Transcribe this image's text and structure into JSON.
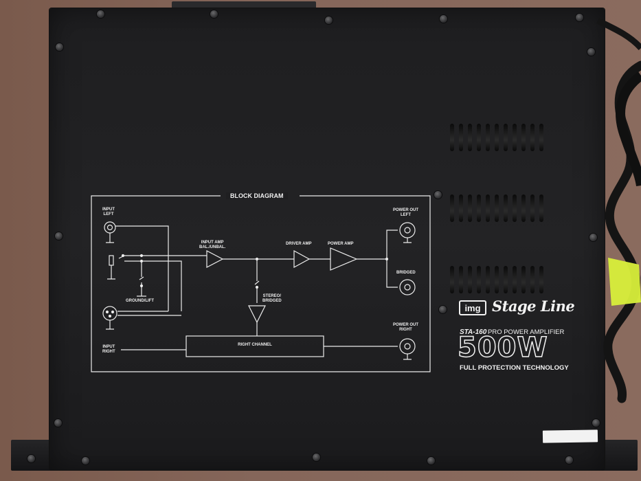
{
  "diagram": {
    "title": "BLOCK DIAGRAM",
    "labels": {
      "input_left": "INPUT\nLEFT",
      "ground_lift": "GROUND/LIFT",
      "input_amp": "INPUT AMP\nBAL./UNBAL.",
      "driver_amp": "DRIVER AMP",
      "power_amp": "POWER AMP",
      "stereo_bridged": "STEREO/\nBRIDGED",
      "input_right": "INPUT\nRIGHT",
      "right_channel": "RIGHT CHANNEL",
      "power_out_left": "POWER OUT\nLEFT",
      "bridged": "BRIDGED",
      "power_out_right": "POWER OUT\nRIGHT"
    }
  },
  "brand": {
    "logo_text": "img",
    "name": "Stage Line",
    "model": "STA-160",
    "model_desc": "PRO POWER AMPLIFIER",
    "power": "500W",
    "tagline": "FULL PROTECTION TECHNOLOGY"
  },
  "colors": {
    "chassis": "#1f1f21",
    "print": "#f0f0f0",
    "background_wall": "#85665a",
    "tape": "#d8ef3a"
  }
}
